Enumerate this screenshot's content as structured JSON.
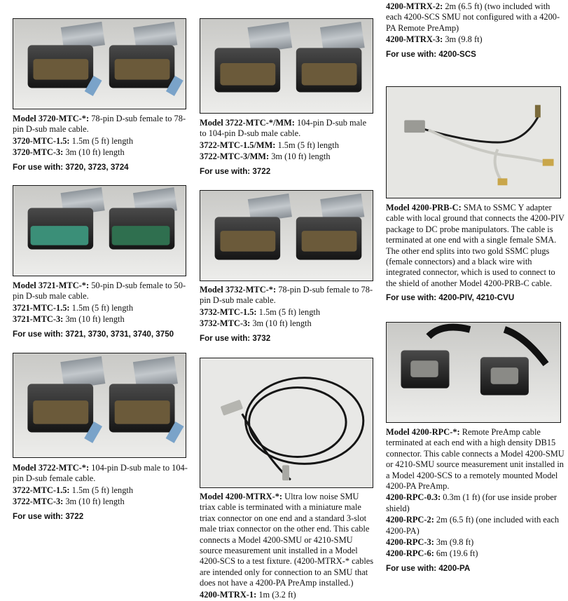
{
  "items": [
    {
      "model": "Model 3720-MTC-*:",
      "desc": " 78-pin D-sub female to 78-pin D-sub male cable.",
      "v1": "3720-MTC-1.5:",
      "d1": " 1.5m (5 ft) length",
      "v2": "3720-MTC-3:",
      "d2": " 3m (10 ft) length",
      "use": "For use with: 3720, 3723, 3724"
    },
    {
      "model": "Model 3721-MTC-*:",
      "desc": " 50-pin D-sub female to 50-pin D-sub male cable.",
      "v1": "3721-MTC-1.5:",
      "d1": " 1.5m (5 ft) length",
      "v2": "3721-MTC-3:",
      "d2": " 3m (10 ft) length",
      "use": "For use with: 3721, 3730, 3731, 3740, 3750"
    },
    {
      "model": "Model 3722-MTC-*:",
      "desc": " 104-pin D-sub male to 104-pin D-sub female cable.",
      "v1": "3722-MTC-1.5:",
      "d1": " 1.5m (5 ft) length",
      "v2": "3722-MTC-3:",
      "d2": " 3m (10 ft) length",
      "use": "For use with: 3722"
    },
    {
      "model": "Model 3722-MTC-*/MM:",
      "desc": " 104-pin D-sub male to 104-pin D-sub male cable.",
      "v1": "3722-MTC-1.5/MM:",
      "d1": " 1.5m (5 ft) length",
      "v2": "3722-MTC-3/MM:",
      "d2": " 3m (10 ft) length",
      "use": "For use with: 3722"
    },
    {
      "model": "Model 3732-MTC-*:",
      "desc": " 78-pin D-sub female to 78-pin D-sub male cable.",
      "v1": "3732-MTC-1.5:",
      "d1": " 1.5m (5 ft) length",
      "v2": "3732-MTC-3:",
      "d2": " 3m (10 ft) length",
      "use": "For use with: 3732"
    },
    {
      "model": "Model 4200-MTRX-*:",
      "desc": " Ultra low noise SMU triax cable is terminated with a miniature male triax connector on one end and a standard 3-slot male triax connector on the other end. This cable connects a Model 4200-SMU or 4210-SMU source measurement unit installed in a Model 4200-SCS to a test fixture. (4200-MTRX-* cables are intended only for connection to an SMU that does not have a 4200-PA PreAmp installed.)",
      "v1": "4200-MTRX-1:",
      "d1": " 1m (3.2 ft)"
    },
    {
      "v2": "4200-MTRX-2:",
      "d2": " 2m (6.5 ft) (two included with each 4200-SCS SMU not configured with a 4200-PA Remote PreAmp)",
      "v3": "4200-MTRX-3:",
      "d3": " 3m (9.8 ft)",
      "use": "For use with: 4200-SCS"
    },
    {
      "model": "Model 4200-PRB-C:",
      "desc": " SMA to SSMC Y adapter cable with local ground that connects the 4200-PIV package to DC probe manipulators. The cable is terminated at one end with a single female SMA. The other end splits into two gold SSMC plugs (female connectors) and a black wire with integrated connector, which is used to connect to the shield of another Model 4200-PRB-C cable.",
      "use": "For use with: 4200-PIV, 4210-CVU"
    },
    {
      "model": "Model 4200-RPC-*:",
      "desc": " Remote PreAmp cable terminated at each end with a high density DB15 connector. This cable connects a Model 4200-SMU or 4210-SMU source measurement unit installed in a Model 4200-SCS to a remotely mounted Model 4200-PA PreAmp.",
      "v1": "4200-RPC-0.3:",
      "d1": " 0.3m (1 ft) (for use inside prober shield)",
      "v2": "4200-RPC-2:",
      "d2": " 2m (6.5 ft) (one included with each 4200-PA)",
      "v3": "4200-RPC-3:",
      "d3": " 3m (9.8 ft)",
      "v4": "4200-RPC-6:",
      "d4": " 6m (19.6 ft)",
      "use": "For use with: 4200-PA"
    }
  ]
}
